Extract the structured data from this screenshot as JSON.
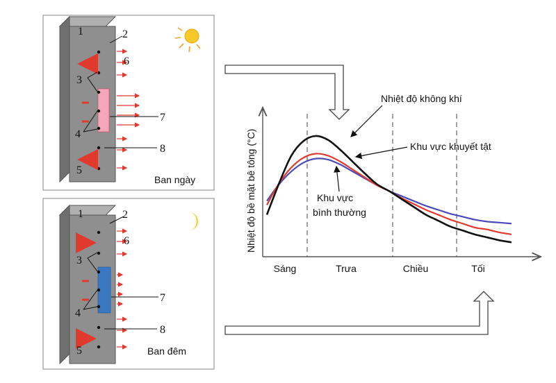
{
  "top_panel": {
    "caption": "Ban ngày",
    "numbers": [
      "1",
      "2",
      "3",
      "4",
      "5",
      "6",
      "7",
      "8"
    ],
    "defect_color": "#f4a7b9",
    "icon": "sun-icon"
  },
  "bottom_panel": {
    "caption": "Ban đêm",
    "numbers": [
      "1",
      "2",
      "3",
      "4",
      "5",
      "6",
      "7",
      "8"
    ],
    "defect_color": "#3b78c4",
    "icon": "moon-icon"
  },
  "colors": {
    "wall": "#8f8f8f",
    "wall_top": "#b0b0b0",
    "wall_side": "#6f6f6f",
    "arrow": "#e03a2f",
    "sun": "#f7c928",
    "moon": "#f2d23a"
  },
  "chart_data": {
    "type": "line",
    "ylabel": "Nhiệt độ bề mặt bê tông (°C)",
    "xlabel": "",
    "categories": [
      "Sáng",
      "Trưa",
      "Chiều",
      "Tối"
    ],
    "series": [
      {
        "name": "Nhiệt độ không khí",
        "color": "#111111",
        "x": [
          0,
          1,
          2,
          3,
          4,
          5,
          6,
          7,
          8,
          9,
          10,
          11,
          12,
          13,
          14,
          15,
          16,
          17,
          18,
          19,
          20
        ],
        "y": [
          0.2,
          0.52,
          0.8,
          0.95,
          1.0,
          0.96,
          0.86,
          0.74,
          0.62,
          0.51,
          0.44,
          0.36,
          0.28,
          0.2,
          0.14,
          0.08,
          0.04,
          0.0,
          -0.03,
          -0.06,
          -0.08
        ]
      },
      {
        "name": "Khu vực khuyết tật",
        "color": "#e03a2f",
        "x": [
          0,
          1,
          2,
          3,
          4,
          5,
          6,
          7,
          8,
          9,
          10,
          11,
          12,
          13,
          14,
          15,
          16,
          17,
          18,
          19,
          20
        ],
        "y": [
          0.3,
          0.52,
          0.68,
          0.78,
          0.82,
          0.8,
          0.74,
          0.66,
          0.58,
          0.5,
          0.44,
          0.37,
          0.31,
          0.25,
          0.2,
          0.15,
          0.11,
          0.07,
          0.05,
          0.02,
          0.0
        ]
      },
      {
        "name": "Khu vực bình thường",
        "color": "#4a4ab8",
        "x": [
          0,
          1,
          2,
          3,
          4,
          5,
          6,
          7,
          8,
          9,
          10,
          11,
          12,
          13,
          14,
          15,
          16,
          17,
          18,
          19,
          20
        ],
        "y": [
          0.34,
          0.51,
          0.64,
          0.73,
          0.77,
          0.76,
          0.71,
          0.64,
          0.57,
          0.5,
          0.44,
          0.39,
          0.34,
          0.29,
          0.25,
          0.21,
          0.18,
          0.15,
          0.13,
          0.12,
          0.11
        ]
      }
    ],
    "annotations": [
      "Nhiệt độ không khí",
      "Khu vực khuyết tật",
      "Khu vực bình thường"
    ],
    "grid": false,
    "legend": "none"
  }
}
